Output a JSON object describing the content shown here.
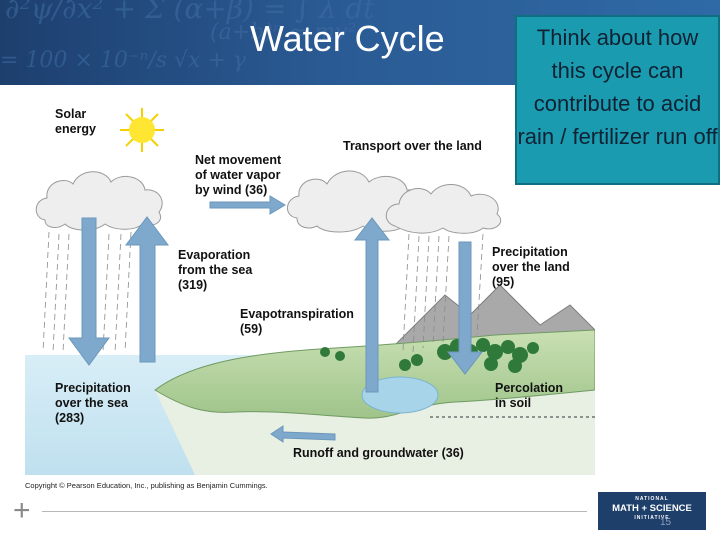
{
  "slide": {
    "title": "Water Cycle",
    "callout": "Think about how this cycle can contribute to acid rain / fertilizer run off",
    "page_number": "15",
    "copyright": "Copyright © Pearson Education, Inc., publishing as Benjamin Cummings."
  },
  "logo": {
    "line1": "NATIONAL",
    "line2": "MATH + SCIENCE",
    "line3": "INITIATIVE"
  },
  "diagram": {
    "solar": [
      "Solar",
      "energy"
    ],
    "net_movement": [
      "Net movement",
      "of water vapor",
      "by wind (36)"
    ],
    "transport": "Transport over the land",
    "evaporation": [
      "Evaporation",
      "from the sea",
      "(319)"
    ],
    "precip_land": [
      "Precipitation",
      "over the land",
      "(95)"
    ],
    "evapotranspiration": [
      "Evapotranspiration",
      "(59)"
    ],
    "precip_sea": [
      "Precipitation",
      "over the sea",
      "(283)"
    ],
    "percolation": [
      "Percolation",
      "in soil"
    ],
    "runoff": "Runoff and groundwater (36)"
  },
  "colors": {
    "header": "#2a5a93",
    "callout": "#1b9bb0",
    "arrow": "#7fa9cc",
    "sea": "#cfe9f4",
    "land": "#b9d6a6"
  }
}
